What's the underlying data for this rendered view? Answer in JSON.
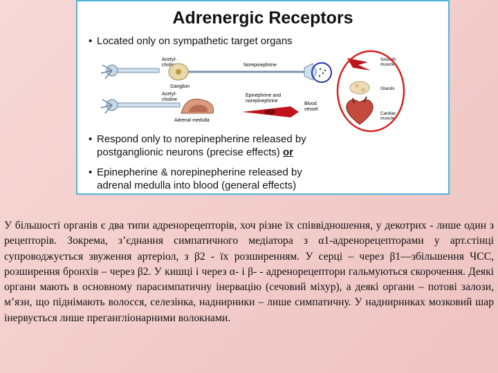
{
  "figure": {
    "title": "Adrenergic Receptors",
    "bullet1": "Located only on sympathetic target organs",
    "bullet2_line1": "Respond only to norepinepherine released by",
    "bullet2_line2": "postganglionic neurons (precise effects)",
    "bullet2_or": "or",
    "bullet3_line1": "Epinepherine & norepinepherine released by",
    "bullet3_line2": "adrenal medulla into blood (general effects)",
    "labels": {
      "acetylcholine_1": [
        "Acetyl-",
        "choline"
      ],
      "acetylcholine_2": [
        "Acetyl-",
        "choline"
      ],
      "ganglion": "Ganglion",
      "adrenal_medulla": "Adrenal medulla",
      "norepinephrine": "Norepinephrine",
      "epinephrine_norepinephrine": [
        "Epinephrine and",
        "norepinephrine"
      ],
      "blood_vessel": [
        "Blood",
        "vessel"
      ],
      "smooth_muscle": [
        "Smooth",
        "muscle"
      ],
      "glands": "Glands",
      "cardiac_muscle": [
        "Cardiac",
        "muscle"
      ]
    }
  },
  "text": {
    "paragraph": "У більшості органів є два типи адренорецепторів, хоч різне їх співвідношення, у декотрих - лише один з рецепторів. Зокрема, з’єднання симпатичного медіатора з α1-адренорецепторами у арт.стінці супроводжується звуження артеріол, з β2 - їх розширенням. У серці – через β1—збільшення ЧСС, розширення бронхів – через β2. У кишці і через α- і β- - адренорецептори гальмуються скорочення. Деякі органи мають в основному парасимпатичну інервацію (сечовий міхур), а деякі органи – потові залози, м’язи, що піднімають волосся, селезінка, наднирники – лише симпатичну. У наднирниках мозковий шар інервується лише прегангліонарними волокнами."
  },
  "colors": {
    "frame_border": "#4bb7d6",
    "highlight_circle_red": "#d62020",
    "highlight_circle_blue": "#2233aa",
    "blood": "#c0121a"
  }
}
